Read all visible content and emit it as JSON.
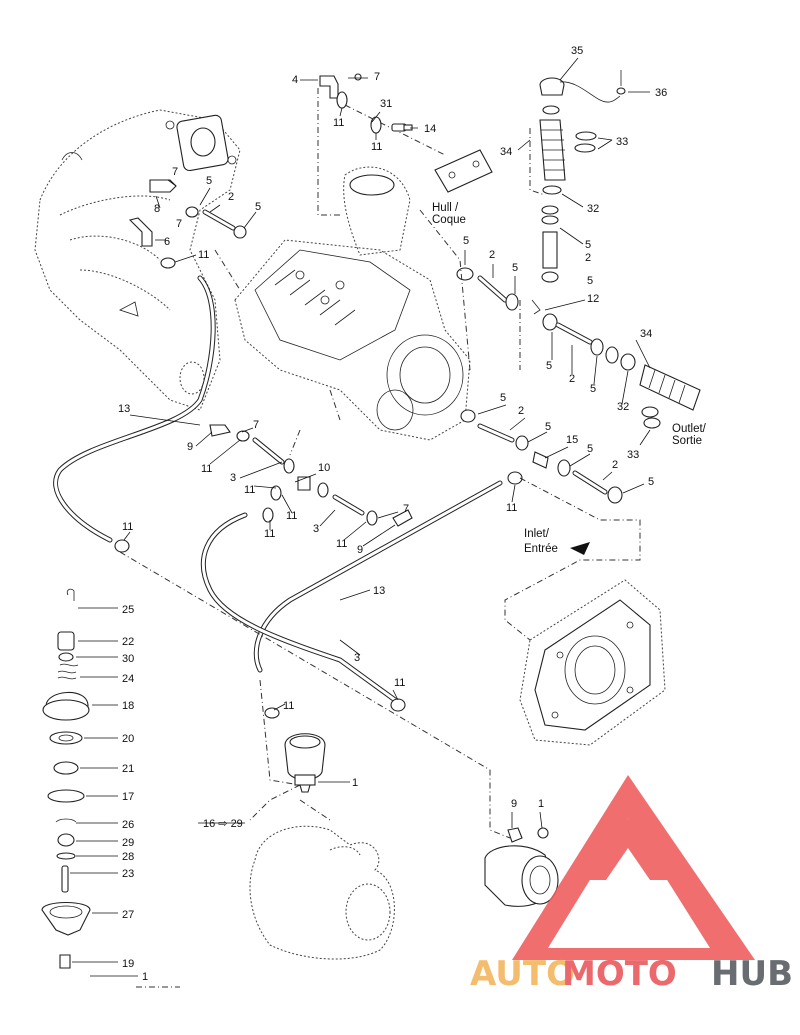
{
  "parts": {
    "p1a": "1",
    "p1b": "1",
    "p1c": "1",
    "p2a": "2",
    "p2b": "2",
    "p2c": "2",
    "p2d": "2",
    "p2e": "2",
    "p3a": "3",
    "p3b": "3",
    "p3c": "3",
    "p4": "4",
    "p5a": "5",
    "p5b": "5",
    "p5c": "5",
    "p5d": "5",
    "p5e": "5",
    "p5f": "5",
    "p5g": "5",
    "p5h": "5",
    "p5i": "5",
    "p5j": "5",
    "p5k": "5",
    "p5l": "5",
    "p6": "6",
    "p7a": "7",
    "p7b": "7",
    "p7c": "7",
    "p7d": "7",
    "p7e": "7",
    "p8": "8",
    "p9a": "9",
    "p9b": "9",
    "p9c": "9",
    "p10": "10",
    "p11a": "11",
    "p11b": "11",
    "p11c": "11",
    "p11d": "11",
    "p11e": "11",
    "p11f": "11",
    "p11g": "11",
    "p11h": "11",
    "p11i": "11",
    "p11j": "11",
    "p11k": "11",
    "p11l": "11",
    "p11m": "11",
    "p12": "12",
    "p13a": "13",
    "p13b": "13",
    "p14": "14",
    "p15": "15",
    "p16to29": "16 ⇨ 29",
    "p17": "17",
    "p18": "18",
    "p19": "19",
    "p20": "20",
    "p21": "21",
    "p22": "22",
    "p23": "23",
    "p24": "24",
    "p25": "25",
    "p26": "26",
    "p27": "27",
    "p28": "28",
    "p29": "29",
    "p30": "30",
    "p31": "31",
    "p32a": "32",
    "p32b": "32",
    "p33a": "33",
    "p33b": "33",
    "p34a": "34",
    "p34b": "34",
    "p35": "35",
    "p36": "36"
  },
  "callouts": {
    "hull_en": "Hull /",
    "hull_fr": "Coque",
    "outlet_en": "Outlet/",
    "outlet_fr": "Sortie",
    "inlet_en": "Inlet/",
    "inlet_fr": "Entrée"
  },
  "watermark": {
    "brand_part1": "AUTO",
    "brand_part2": "MOTO",
    "brand_part3": "HUB",
    "color_auto": "#f3b35a",
    "color_moto": "#e9545a",
    "color_hub": "#555a5f",
    "triangle_color": "#ee5b5b"
  }
}
